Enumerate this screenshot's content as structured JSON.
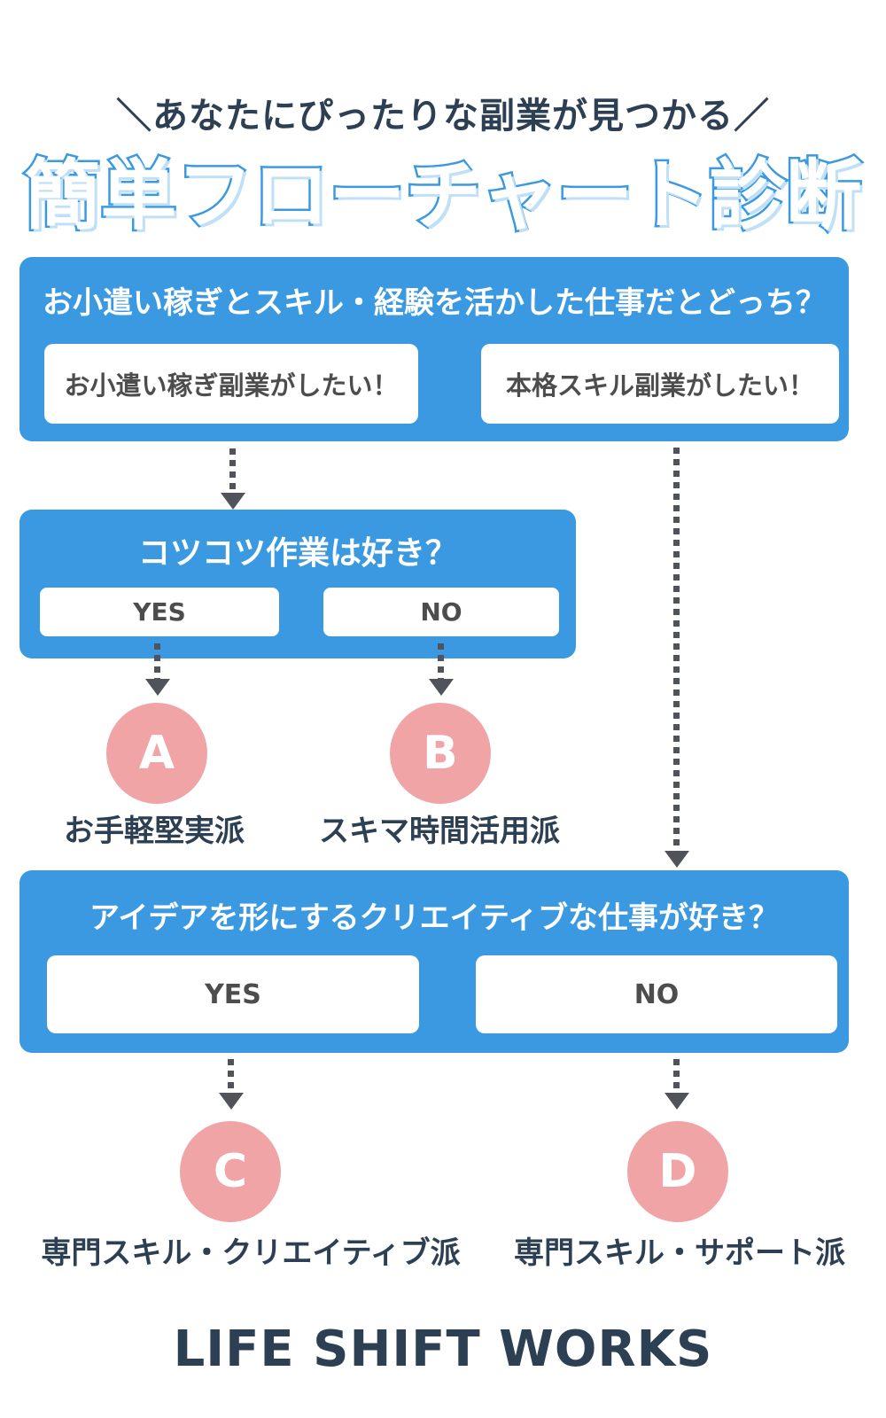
{
  "page": {
    "tagline": "＼あなたにぴったりな副業が見つかる／",
    "title": "簡単フローチャート診断",
    "footer_brand": "LIFE SHIFT WORKS"
  },
  "colors": {
    "panel_blue": "#3A99E0",
    "result_pink": "#F0A4A6",
    "navy_text": "#2D3F53",
    "option_text": "#4D4D4D",
    "arrow_gray": "#50545A",
    "background": "#FFFFFF"
  },
  "flow": {
    "q1": {
      "question": "お小遣い稼ぎとスキル・経験を活かした仕事だとどっち？",
      "options": [
        {
          "label": "お小遣い稼ぎ副業がしたい！"
        },
        {
          "label": "本格スキル副業がしたい！"
        }
      ]
    },
    "q2": {
      "question": "コツコツ作業は好き？",
      "options": [
        {
          "label": "YES"
        },
        {
          "label": "NO"
        }
      ]
    },
    "q3": {
      "question": "アイデアを形にするクリエイティブな仕事が好き？",
      "options": [
        {
          "label": "YES"
        },
        {
          "label": "NO"
        }
      ]
    },
    "results": [
      {
        "letter": "A",
        "label": "お手軽堅実派"
      },
      {
        "letter": "B",
        "label": "スキマ時間活用派"
      },
      {
        "letter": "C",
        "label": "専門スキル・クリエイティブ派"
      },
      {
        "letter": "D",
        "label": "専門スキル・サポート派"
      }
    ]
  }
}
